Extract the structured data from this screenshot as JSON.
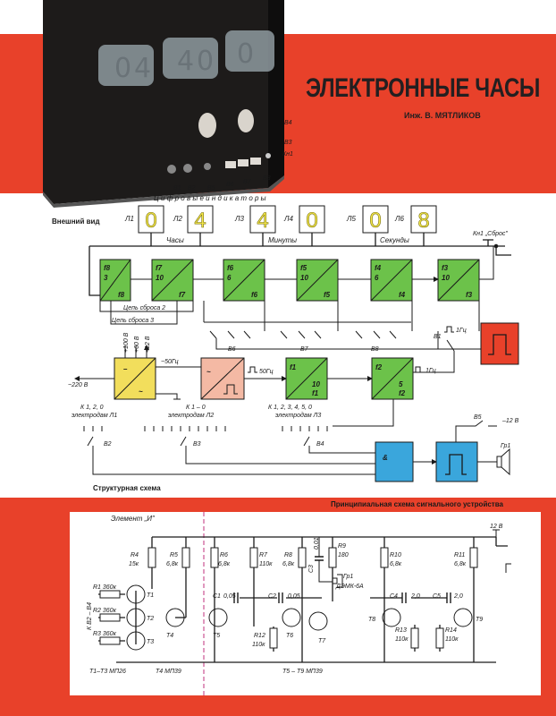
{
  "header": {
    "title": "ЭЛЕКТРОННЫЕ ЧАСЫ",
    "author": "Инж. В. МЯТЛИКОВ"
  },
  "photo": {
    "caption": "Внешний вид",
    "labels": {
      "b4": "В4",
      "b3": "В3",
      "kn1": "Кн1",
      "b1": "В1",
      "b2": "В2",
      "b5": "В5",
      "b6": "В6",
      "b7": "В7",
      "b8": "В8"
    }
  },
  "structure": {
    "indicators_title": "Ц и ф р о в ы е   и н д и к а т о р ы",
    "indicators": [
      {
        "label": "Л1",
        "digit": "0"
      },
      {
        "label": "Л2",
        "digit": "4"
      },
      {
        "label": "Л3",
        "digit": "4"
      },
      {
        "label": "Л4",
        "digit": "0"
      },
      {
        "label": "Л5",
        "digit": "0"
      },
      {
        "label": "Л6",
        "digit": "8"
      }
    ],
    "groups": {
      "hours": "Часы",
      "minutes": "Минуты",
      "seconds": "Секунды"
    },
    "reset_button": "Кн1 „Сброс\"",
    "counters": [
      {
        "top": "f8",
        "div": "3",
        "bottom": "f8"
      },
      {
        "top": "f7",
        "div": "10",
        "bottom": "f7"
      },
      {
        "top": "f6",
        "div": "6",
        "bottom": "f6"
      },
      {
        "top": "f5",
        "div": "10",
        "bottom": "f5"
      },
      {
        "top": "f4",
        "div": "6",
        "bottom": "f4"
      },
      {
        "top": "f3",
        "div": "10",
        "bottom": "f3"
      }
    ],
    "reset_chain_2": "Цепь сброса 2",
    "reset_chain_3": "Цепь сброса 3",
    "switches": {
      "b6": "В6",
      "b7": "В7",
      "b8": "В8",
      "b1": "В1",
      "b2": "В2",
      "b3": "В3",
      "b4": "В4",
      "b5": "В5"
    },
    "psu_labels": {
      "v100": "+100 В",
      "v60": "+60 В",
      "v12": "+12 В",
      "mains": "~220 В",
      "hz50": "~50Гц"
    },
    "pulse_50": "50Гц",
    "pulse_1a": "1Гц",
    "pulse_1b": "1Гц",
    "dividers": [
      {
        "top": "f1",
        "div": "10",
        "bottom": "f1"
      },
      {
        "top": "f2",
        "div": "5",
        "bottom": "f2"
      }
    ],
    "electrode_l1_k": "К 1, 2, 0",
    "electrode_l1": "электродам Л1",
    "electrode_l2_k": "К 1 – 0",
    "electrode_l2": "электродам Л2",
    "electrode_l3_k": "К 1, 2, 3, 4, 5, 0",
    "electrode_l3": "электродам Л3",
    "minus12": "–12 В",
    "and_symbol": "&",
    "speaker": "Гр1",
    "caption": "Структурная схема"
  },
  "signal": {
    "caption": "Принципиальная схема сигнального устройства",
    "element_label": "Элемент „И\"",
    "resistors": {
      "r4": "R4",
      "r4v": "15к",
      "r5": "R5",
      "r5v": "6,8к",
      "r6": "R6",
      "r6v": "6,8к",
      "r7": "R7",
      "r7v": "110к",
      "r8": "R8",
      "r8v": "6,8к",
      "r9": "R9",
      "r9v": "180",
      "r10": "R10",
      "r10v": "6,8к",
      "r11": "R11",
      "r11v": "6,8к",
      "r12": "R12",
      "r12v": "110к",
      "r13": "R13",
      "r13v": "110к",
      "r14": "R14",
      "r14v": "110к",
      "r1": "R1 360к",
      "r2": "R2 360к",
      "r3": "R3 360к"
    },
    "capacitors": {
      "c1": "C1",
      "c1v": "0,05",
      "c2": "C2",
      "c2v": "0,05",
      "c3": "C3",
      "c3v": "0,01",
      "c4": "C4",
      "c4v": "2,0",
      "c5": "C5",
      "c5v": "2,0"
    },
    "transistors": {
      "t1": "Т1",
      "t2": "Т2",
      "t3": "Т3",
      "t4": "Т4",
      "t5": "Т5",
      "t6": "Т6",
      "t7": "Т7",
      "t8": "Т8",
      "t9": "Т9"
    },
    "speaker": "Гр1",
    "speaker_model": "ДЭМК-6А",
    "supply": "12 В",
    "inputs": "К В2 – В4",
    "t1_t3": "Т1–Т3  МП26",
    "t4": "Т4  МП39",
    "t5_t9": "Т5 – Т9  МП39"
  },
  "colors": {
    "band": "#e8412a",
    "green": "#6cc24a",
    "yellow": "#f2de5c",
    "pink": "#f4b9a4",
    "red": "#e8412a",
    "blue": "#3aa6dc",
    "digit": "#f4e94a"
  }
}
